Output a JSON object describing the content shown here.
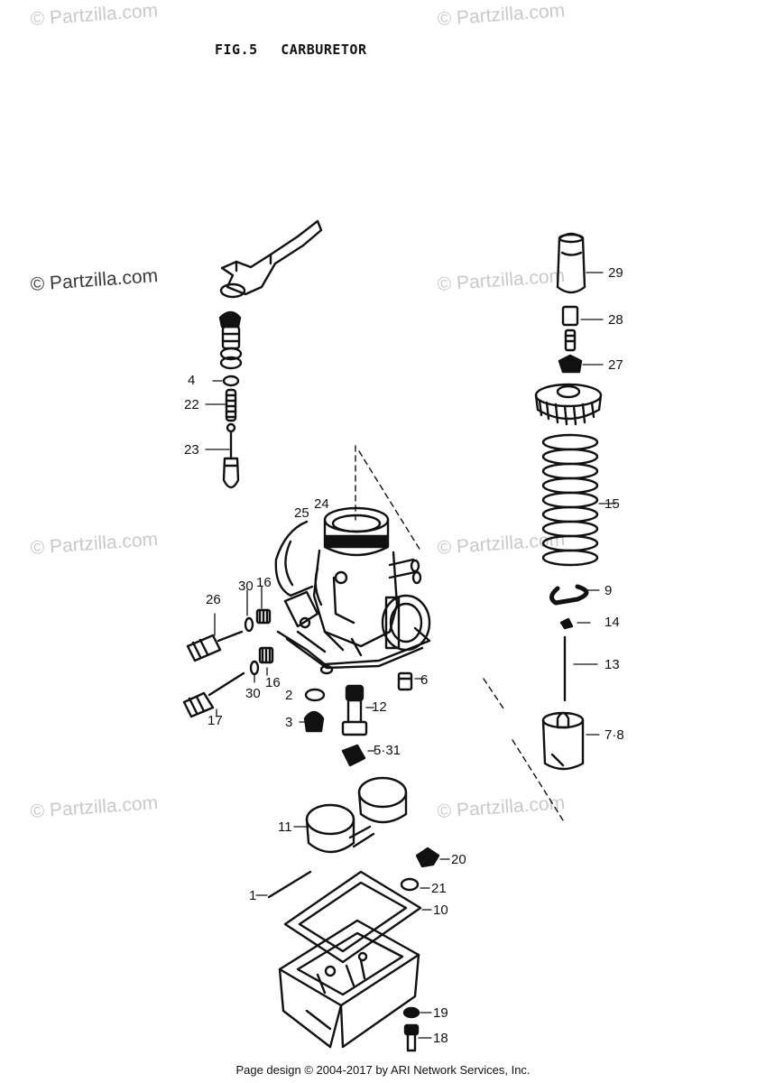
{
  "figure": {
    "number": "FIG.5",
    "title": "CARBURETOR"
  },
  "watermarks": [
    "© Partzilla.com",
    "© Partzilla.com",
    "© Partzilla.com",
    "© Partzilla.com",
    "© Partzilla.com",
    "© Partzilla.com",
    "© Partzilla.com",
    "© Partzilla.com"
  ],
  "callouts": [
    "29",
    "28",
    "27",
    "15",
    "9",
    "14",
    "13",
    "7·8",
    "4",
    "22",
    "23",
    "24",
    "25",
    "26",
    "30",
    "16",
    "16",
    "30",
    "17",
    "2",
    "3",
    "6",
    "12",
    "5·31",
    "11",
    "20",
    "21",
    "10",
    "1",
    "19",
    "18"
  ],
  "footer": "Page design © 2004-2017 by ARI Network Services, Inc."
}
